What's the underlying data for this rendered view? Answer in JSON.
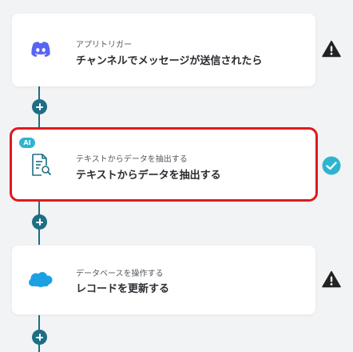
{
  "flow": {
    "steps": [
      {
        "label": "アプリトリガー",
        "title": "チャンネルでメッセージが送信されたら",
        "icon": "discord-icon",
        "status": "warning-icon"
      },
      {
        "badge": "AI",
        "label": "テキストからデータを抽出する",
        "title": "テキストからデータを抽出する",
        "icon": "document-search-icon",
        "status": "check-circle-icon"
      },
      {
        "label": "データベースを操作する",
        "title": "レコードを更新する",
        "icon": "salesforce-cloud-icon",
        "status": "warning-icon"
      }
    ],
    "colors": {
      "connector": "#1f6e83",
      "selected_outline": "#e0191f",
      "discord": "#5865f2",
      "check": "#2fb4d0",
      "salesforce": "#1ba1e2",
      "warning": "#222222"
    }
  }
}
